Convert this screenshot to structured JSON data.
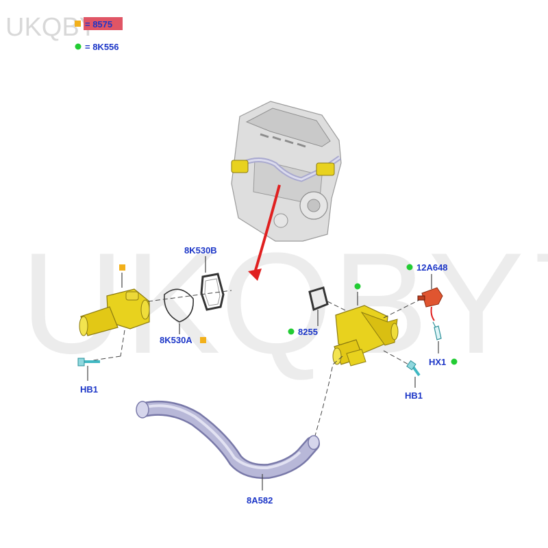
{
  "watermark": {
    "large": "UKQBY™",
    "small": "UKQBY™"
  },
  "legend": {
    "square_text": "= 8575",
    "circle_text": "= 8K556"
  },
  "labels": {
    "gasket_upper": "8K530B",
    "gasket_lower": "8K530A",
    "bolt_left": "HB1",
    "gasket_right": "8255",
    "sensor": "12A648",
    "connector": "HX1",
    "bolt_right": "HB1",
    "hose": "8A582"
  },
  "colors": {
    "label_blue": "#1b35c7",
    "marker_orange": "#f2b01a",
    "marker_green": "#22cc33",
    "highlight_red": "#e05565",
    "arrow_red": "#e02020",
    "housing_yellow": "#e8d21e",
    "hose_purple": "#b8b8d8",
    "engine_gray": "#d7d7d7",
    "watermark_gray": "#e9e9e9"
  },
  "icons": [
    "square-marker-icon",
    "circle-marker-icon",
    "engine-icon",
    "thermostat-housing-icon",
    "gasket-icon",
    "bolt-icon",
    "temperature-sensor-icon",
    "coolant-hose-icon"
  ]
}
